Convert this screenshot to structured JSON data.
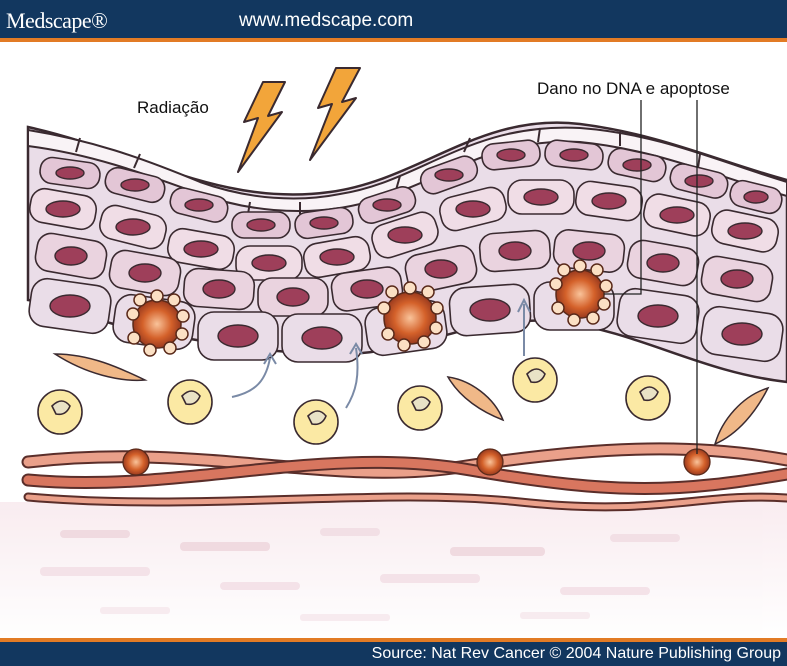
{
  "header": {
    "brand": "Medscape®",
    "url": "www.medscape.com"
  },
  "figure": {
    "labels": {
      "radiation": "Radiação",
      "dna_damage": "Dano no DNA e apoptose"
    }
  },
  "footer": {
    "source": "Source: Nat Rev Cancer © 2004 Nature Publishing Group"
  },
  "colors": {
    "header_bg": "#12375f",
    "accent": "#e27b25",
    "lightning": "#f2a53a",
    "cell_fill": "#eadde8",
    "cell_border": "#3a2a30",
    "nucleus": "#9e3f5a",
    "apoptotic": "#d4612a",
    "immune_cell": "#fbe9a4",
    "fiber": "#d8765f"
  }
}
